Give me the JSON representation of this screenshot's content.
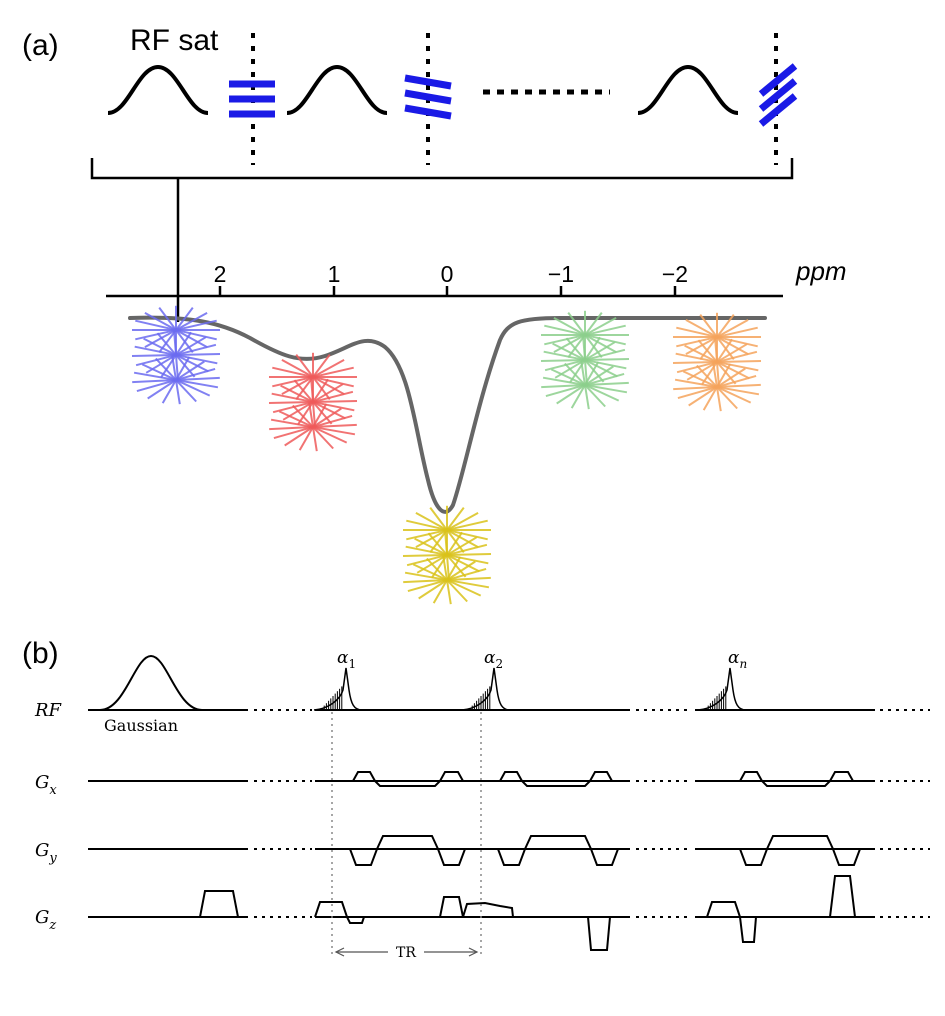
{
  "panel_a": {
    "label": "(a)",
    "rf_sat_label": "RF sat",
    "axis": {
      "unit_label": "ppm",
      "ticks": [
        {
          "value": 2,
          "label": "2"
        },
        {
          "value": 1,
          "label": "1"
        },
        {
          "value": 0,
          "label": "0"
        },
        {
          "value": -1,
          "label": "−1"
        },
        {
          "value": -2,
          "label": "−2"
        }
      ]
    },
    "spectrum_colors": [
      "#6b6bf0",
      "#ee5a5a",
      "#d9c21a",
      "#8ccf8c",
      "#f5a35c"
    ],
    "accent_color": "#1a1ae6",
    "curve_color": "#666666"
  },
  "panel_b": {
    "label": "(b)",
    "channels": [
      {
        "name": "RF",
        "sub": ""
      },
      {
        "name": "G",
        "sub": "x"
      },
      {
        "name": "G",
        "sub": "y"
      },
      {
        "name": "G",
        "sub": "z"
      }
    ],
    "gaussian_label": "Gaussian",
    "pulse_labels": [
      {
        "base": "α",
        "sub": "1"
      },
      {
        "base": "α",
        "sub": "2"
      },
      {
        "base": "α",
        "sub": "n"
      }
    ],
    "tr_label": "TR"
  }
}
